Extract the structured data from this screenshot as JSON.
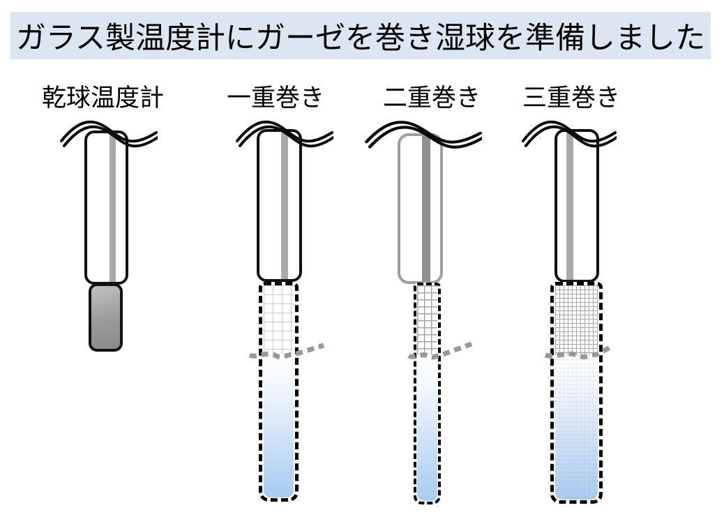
{
  "slide": {
    "title": "ガラス製温度計にガーゼを巻き湿球を準備しました"
  },
  "figures": [
    {
      "label": "乾球温度計",
      "kind": "dry-bulb-thermometer",
      "gauze_layers": 0
    },
    {
      "label": "一重巻き",
      "kind": "wet-bulb-thermometer",
      "gauze_layers": 1
    },
    {
      "label": "二重巻き",
      "kind": "wet-bulb-thermometer",
      "gauze_layers": 2
    },
    {
      "label": "三重巻き",
      "kind": "wet-bulb-thermometer",
      "gauze_layers": 3
    }
  ],
  "colors": {
    "title_bg": "#dce6f2",
    "outline_black": "#111111",
    "double_wrap_outline_gray": "#9e9e9e",
    "mercury_column_gray": "#a9a9a9",
    "bulb_gray": "#9a9a9a",
    "wet_gauze_blue": "#a8cbf1",
    "tie_thread_gray": "#989898"
  }
}
